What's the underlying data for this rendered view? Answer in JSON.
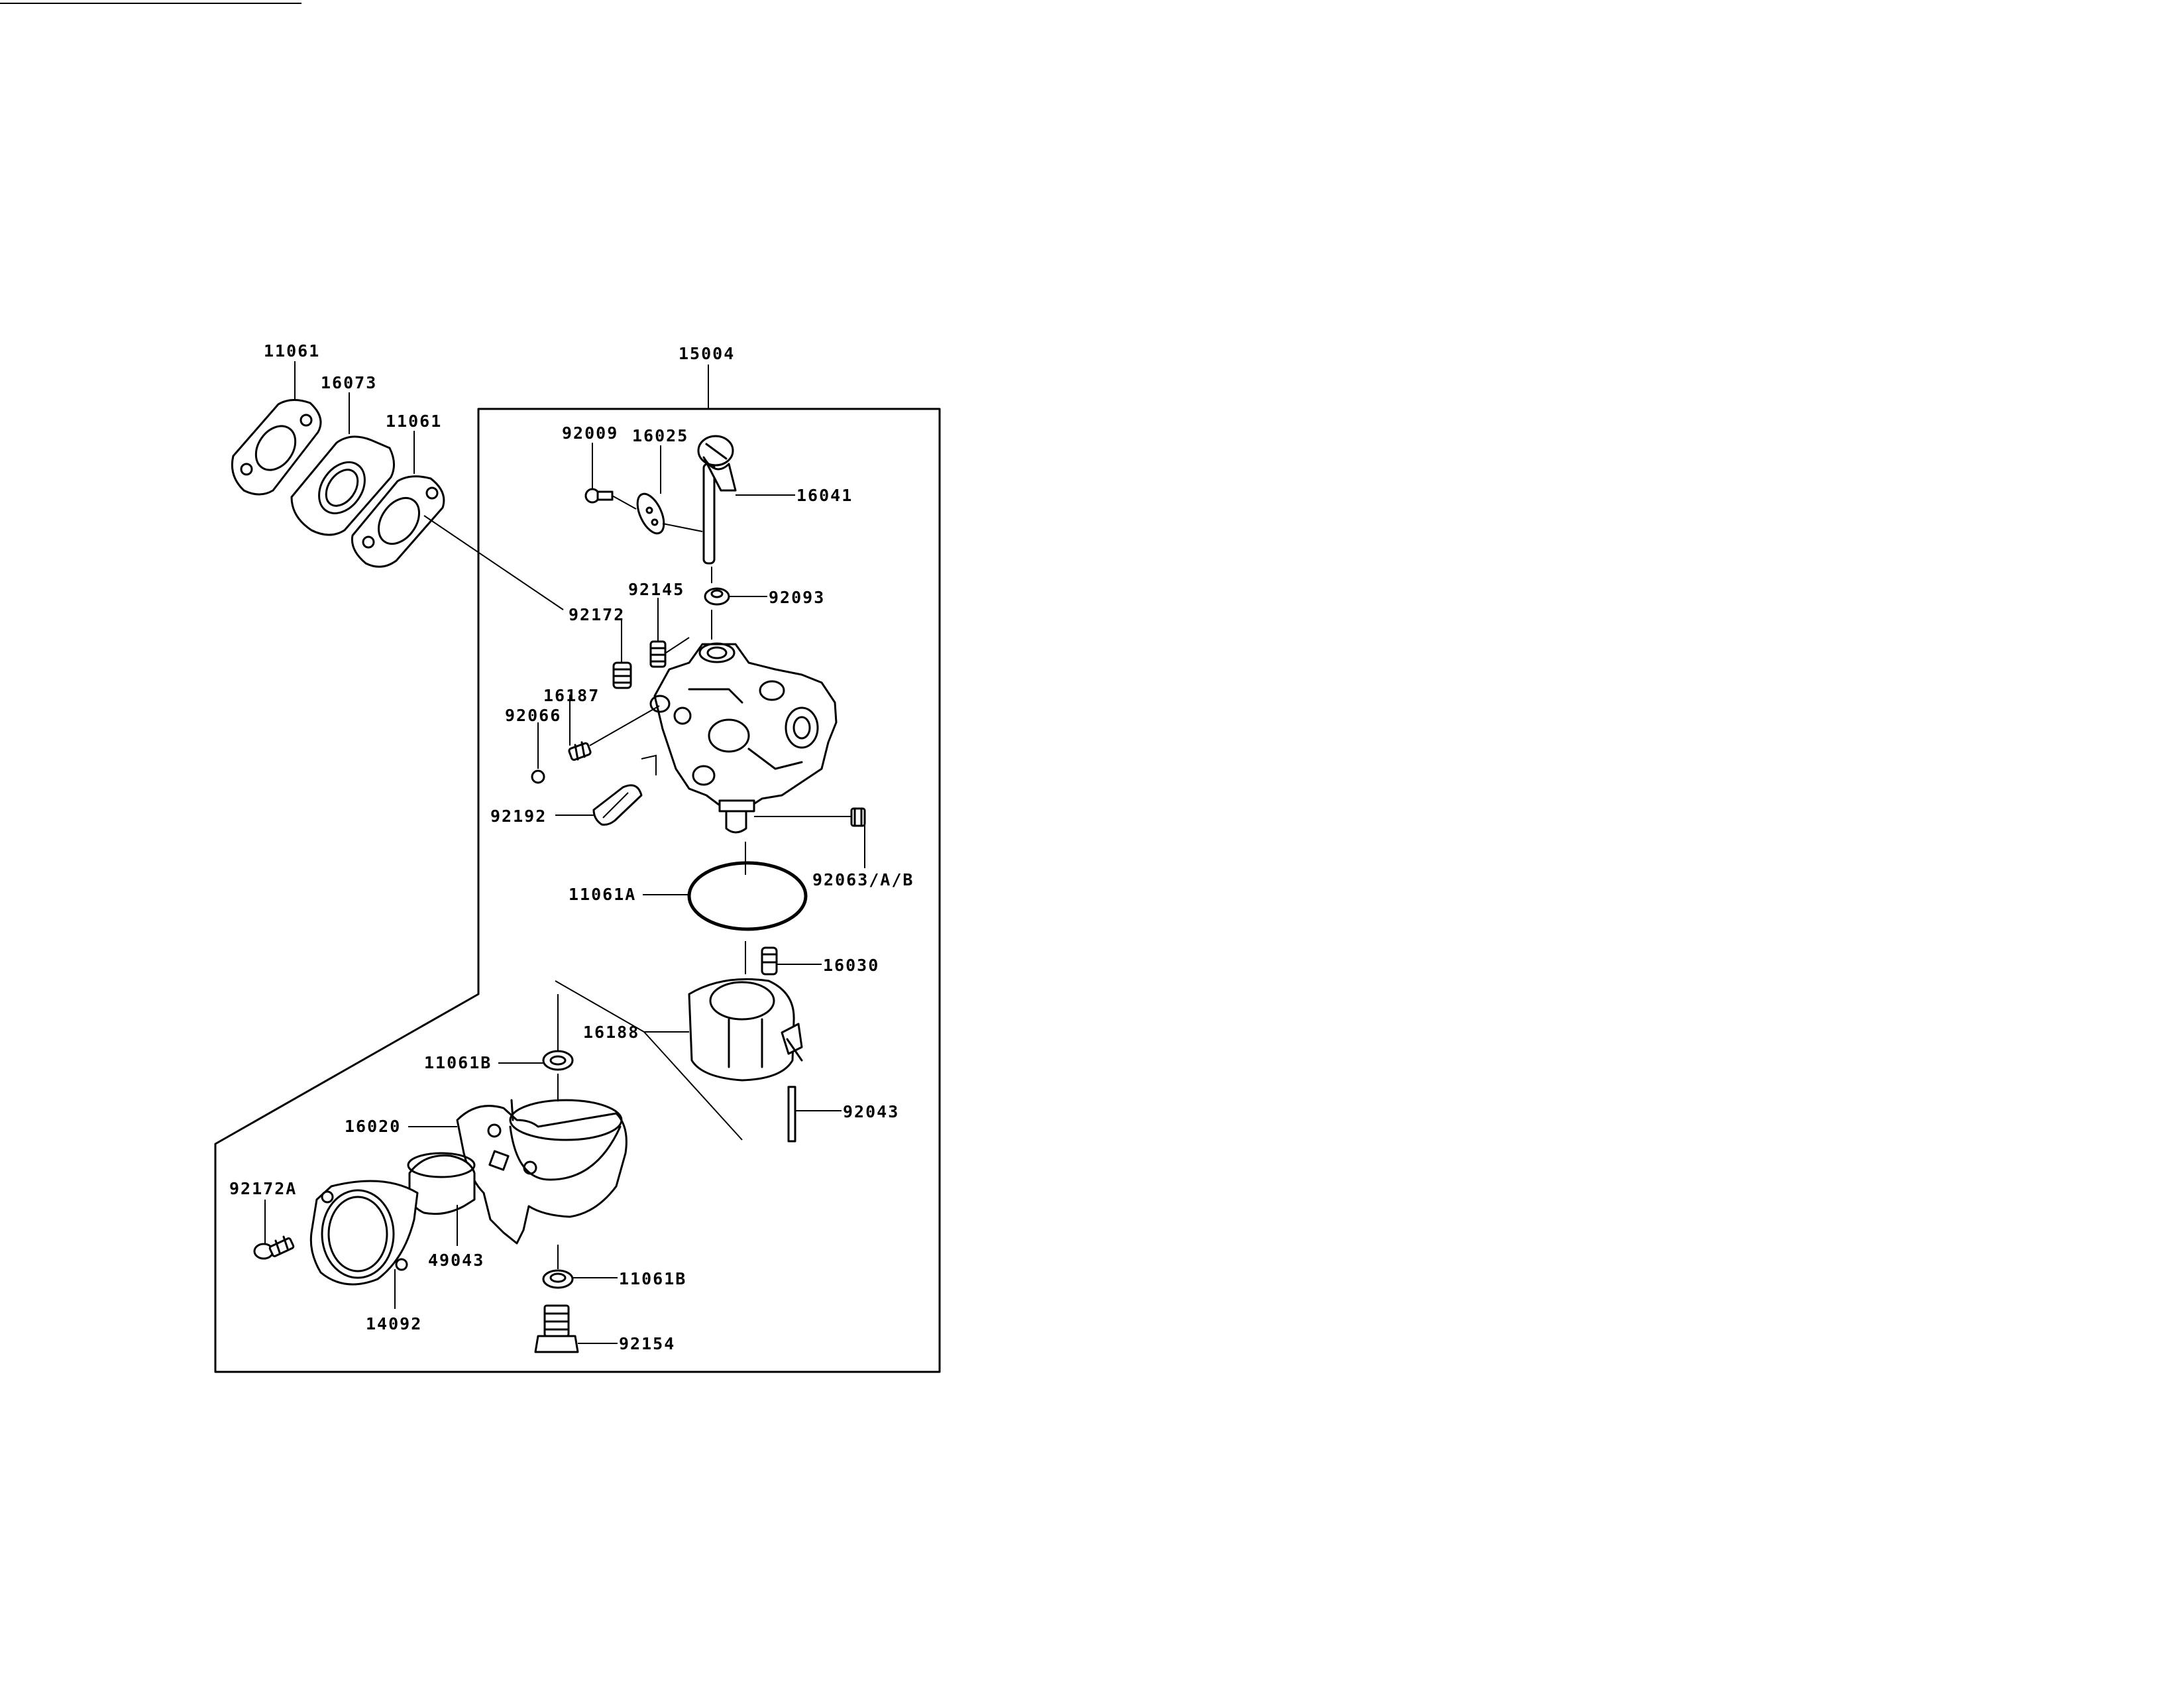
{
  "labels": {
    "p11061_top": "11061",
    "p16073": "16073",
    "p11061_mid": "11061",
    "p15004": "15004",
    "p92009": "92009",
    "p16025": "16025",
    "p16041": "16041",
    "p92145": "92145",
    "p92093": "92093",
    "p92172": "92172",
    "p16187": "16187",
    "p92066": "92066",
    "p92192": "92192",
    "p92063": "92063/A/B",
    "p11061A": "11061A",
    "p16030": "16030",
    "p16188": "16188",
    "p11061B_top": "11061B",
    "p92043": "92043",
    "p16020": "16020",
    "p92172A": "92172A",
    "p49043": "49043",
    "p11061B_bot": "11061B",
    "p14092": "14092",
    "p92154": "92154"
  }
}
